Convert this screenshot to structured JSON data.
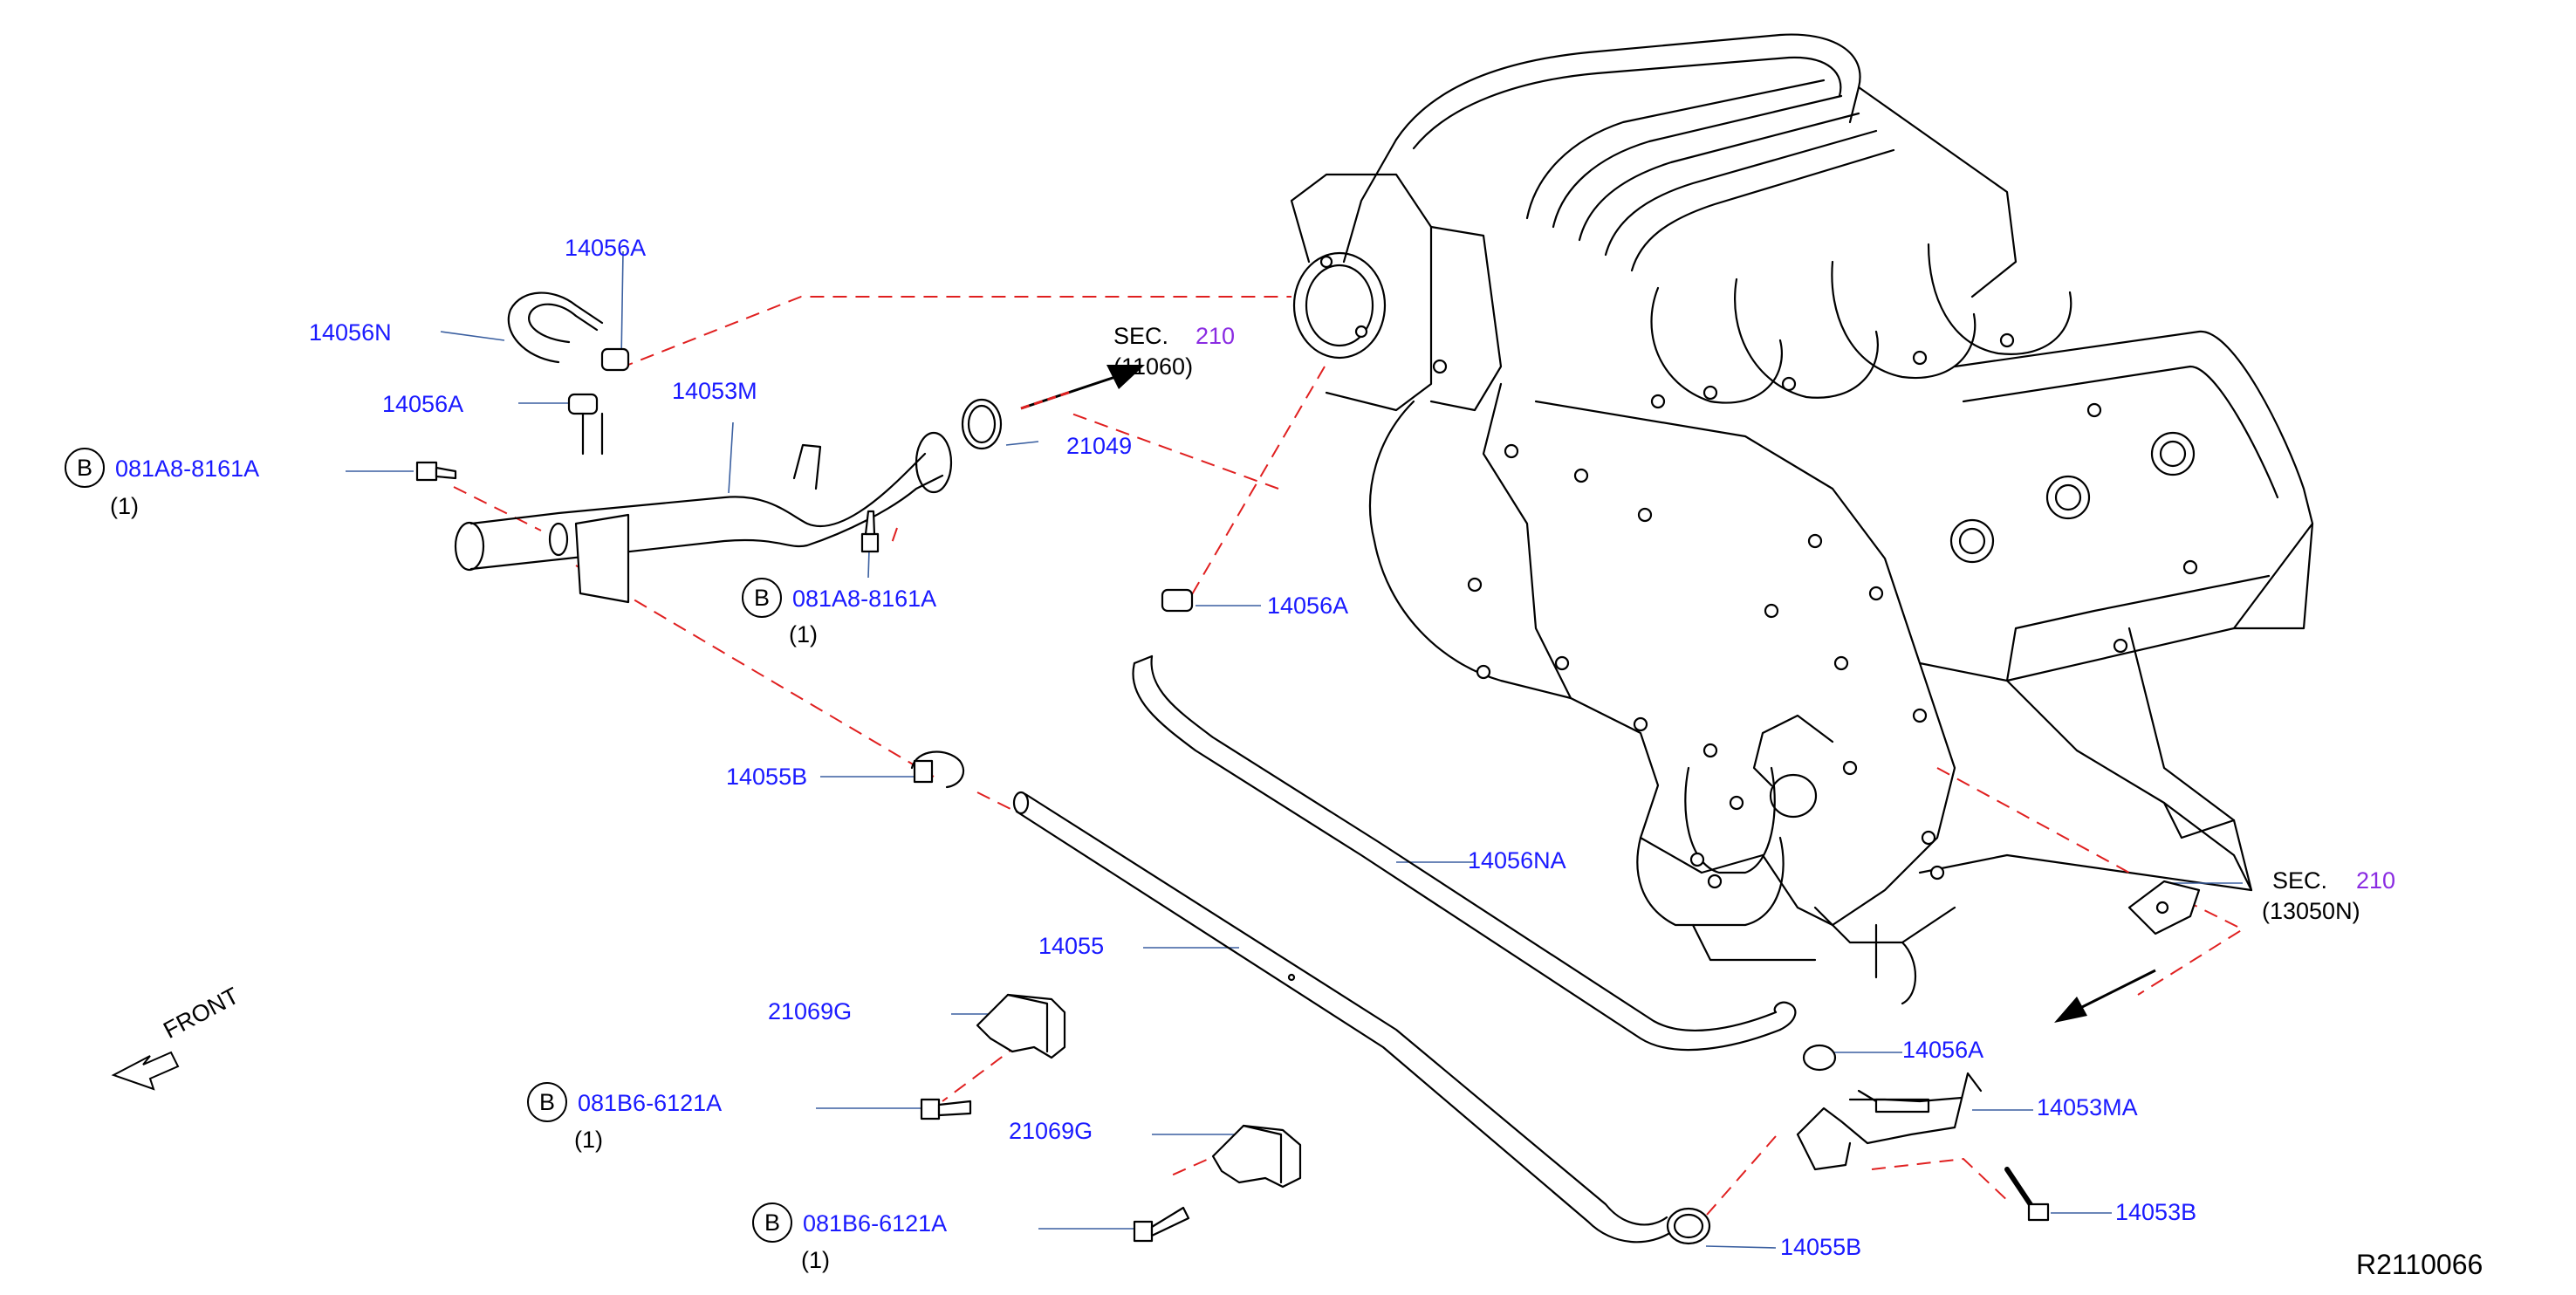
{
  "labels": {
    "p14056A_1": "14056A",
    "p14056N": "14056N",
    "p14056A_2": "14056A",
    "p14053M": "14053M",
    "p081A8_1": "081A8-8161A",
    "qty_1": "(1)",
    "sec_top_a": "SEC.",
    "sec_top_b": "210",
    "sec_top_c": "(11060)",
    "p21049": "21049",
    "p081A8_2": "081A8-8161A",
    "qty_2": "(1)",
    "p14056A_3": "14056A",
    "p14055B_1": "14055B",
    "p14056NA": "14056NA",
    "sec_right_a": "SEC.",
    "sec_right_b": "210",
    "sec_right_c": "(13050N)",
    "p14055": "14055",
    "p21069G_1": "21069G",
    "front": "FRONT",
    "p081B6_1": "081B6-6121A",
    "qty_3": "(1)",
    "p21069G_2": "21069G",
    "p14056A_4": "14056A",
    "p14053MA": "14053MA",
    "p081B6_2": "081B6-6121A",
    "qty_4": "(1)",
    "p14055B_2": "14055B",
    "p14053B": "14053B",
    "ref": "R2110066",
    "bolt_symbol": "B"
  },
  "colors": {
    "part_number": "#1a1aff",
    "section_ref": "#8a2be2",
    "dashed_line": "#e02020",
    "drawing": "#000000"
  }
}
